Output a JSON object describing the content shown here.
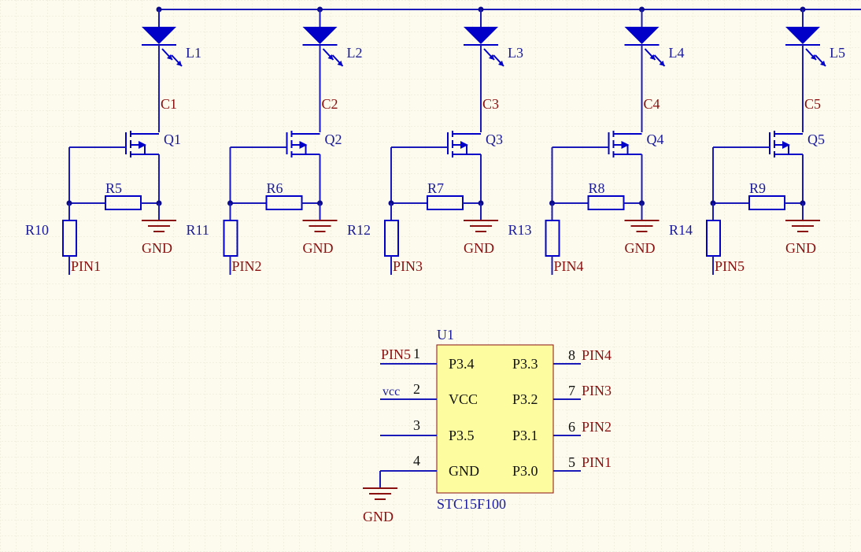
{
  "colors": {
    "background": "#fcfbee",
    "grid": "#e9e6d2",
    "wire": "#1a1ab8",
    "net_label": "#8a1010",
    "designator": "#1a1a9a",
    "chip_fill": "#fdfda0",
    "chip_border": "#8a1010"
  },
  "channels": [
    {
      "led": "L1",
      "net": "C1",
      "fet": "Q1",
      "rs": "R5",
      "rd": "R10",
      "pin": "PIN1",
      "gnd": "GND"
    },
    {
      "led": "L2",
      "net": "C2",
      "fet": "Q2",
      "rs": "R6",
      "rd": "R11",
      "pin": "PIN2",
      "gnd": "GND"
    },
    {
      "led": "L3",
      "net": "C3",
      "fet": "Q3",
      "rs": "R7",
      "rd": "R12",
      "pin": "PIN3",
      "gnd": "GND"
    },
    {
      "led": "L4",
      "net": "C4",
      "fet": "Q4",
      "rs": "R8",
      "rd": "R13",
      "pin": "PIN4",
      "gnd": "GND"
    },
    {
      "led": "L5",
      "net": "C5",
      "fet": "Q5",
      "rs": "R9",
      "rd": "R14",
      "pin": "PIN5",
      "gnd": "GND"
    }
  ],
  "chip": {
    "designator": "U1",
    "part": "STC15F100",
    "gnd_label": "GND",
    "left_pins": [
      {
        "num": "1",
        "name": "P3.4",
        "net": "PIN5"
      },
      {
        "num": "2",
        "name": "VCC",
        "net": "vcc"
      },
      {
        "num": "3",
        "name": "P3.5",
        "net": ""
      },
      {
        "num": "4",
        "name": "GND",
        "net": ""
      }
    ],
    "right_pins": [
      {
        "num": "8",
        "name": "P3.3",
        "net": "PIN4"
      },
      {
        "num": "7",
        "name": "P3.2",
        "net": "PIN3"
      },
      {
        "num": "6",
        "name": "P3.1",
        "net": "PIN2"
      },
      {
        "num": "5",
        "name": "P3.0",
        "net": "PIN1"
      }
    ]
  }
}
